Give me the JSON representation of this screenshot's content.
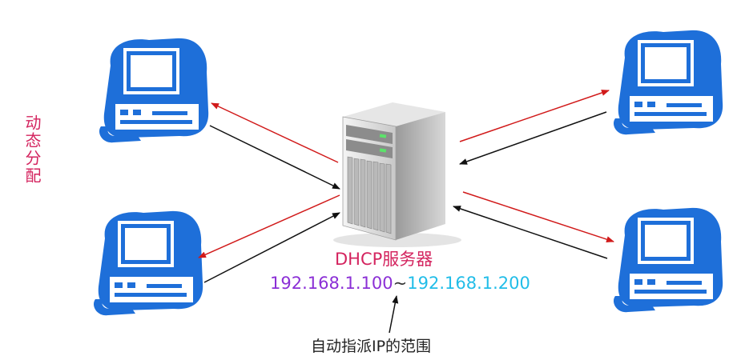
{
  "side_label": "动态分配",
  "server": {
    "title": "DHCP服务器",
    "ip_start": "192.168.1.100",
    "ip_separator": "~",
    "ip_end": "192.168.1.200"
  },
  "caption": "自动指派IP的范围",
  "colors": {
    "accent_pink": "#d4245f",
    "ip_start_purple": "#8b2fd6",
    "ip_end_cyan": "#21bde8",
    "request_arrow": "#d11a1a",
    "reply_arrow": "#111111",
    "computer_blue": "#1e6fd9"
  },
  "icons": [
    "computer-icon",
    "server-icon"
  ]
}
